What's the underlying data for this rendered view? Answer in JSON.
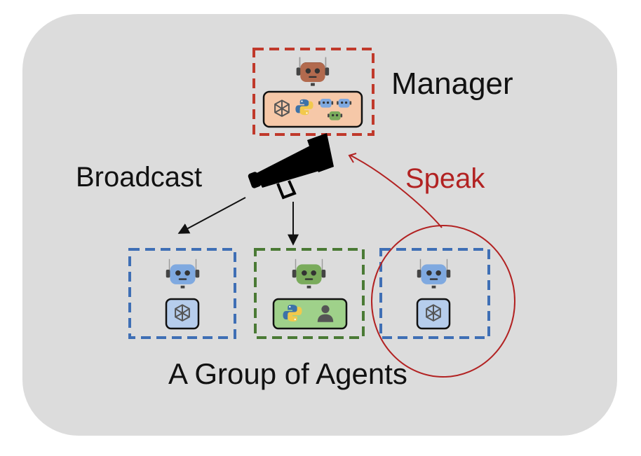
{
  "labels": {
    "manager": "Manager",
    "broadcast": "Broadcast",
    "speak": "Speak",
    "group": "A Group of Agents"
  },
  "colors": {
    "background_panel": "#dcdcdc",
    "manager_border": "#c0392b",
    "blue_border": "#3f6fb5",
    "green_border": "#4a7a35",
    "speak_red": "#b22222",
    "robot_brown": "#b26a4e",
    "robot_blue": "#7fa9e0",
    "robot_green": "#7aab5c",
    "tool_panel_orange": "#f6c8a8",
    "tool_panel_green": "#9fd18a",
    "tool_panel_blue": "#b6cdec"
  },
  "icons": {
    "manager_robot": "robot-icon",
    "megaphone": "megaphone-icon",
    "openai": "openai-icon",
    "python": "python-icon",
    "human": "person-icon"
  }
}
